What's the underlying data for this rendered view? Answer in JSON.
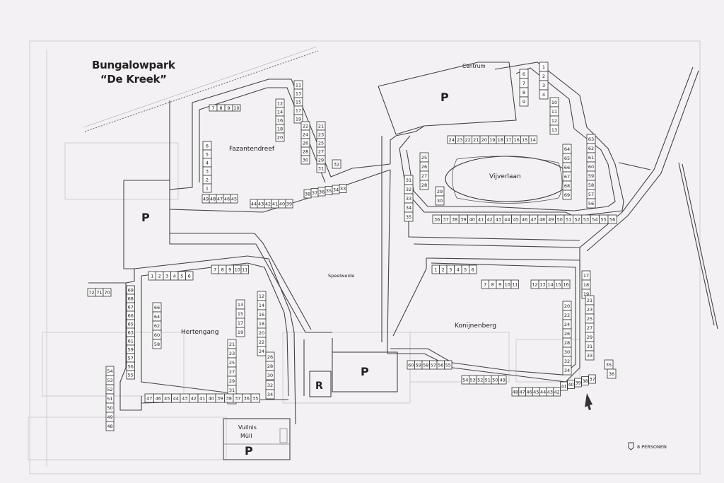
{
  "title": {
    "line1": "Bungalowpark",
    "line2": "“De Kreek”"
  },
  "areas": {
    "centrum": "Centrum",
    "fazantendreef": "Fazantendreef",
    "vijverlaan": "Vijverlaan",
    "speelweide": "Speelweide",
    "hertengang": "Hertengang",
    "konijnenberg": "Konijnenberg",
    "vuilnis": "Vuilnis",
    "mull": "Müll"
  },
  "markers": {
    "parking": "P",
    "reception": "R"
  },
  "legend": {
    "icon": "house-8-persons-icon",
    "text": "8 PERSONEN"
  },
  "houses": {
    "fazantendreef": {
      "row_top": [
        "7",
        "8",
        "9",
        "10"
      ],
      "col_left": [
        "6",
        "5",
        "4",
        "3",
        "2",
        "1"
      ],
      "col_a": [
        "12",
        "14",
        "16",
        "18",
        "20"
      ],
      "col_b": [
        "11",
        "13",
        "15",
        "17",
        "19"
      ],
      "col_c": [
        "21",
        "23",
        "25",
        "27",
        "29",
        "31"
      ],
      "col_d": [
        "22",
        "24",
        "26",
        "28",
        "30"
      ],
      "col_e": [
        "32"
      ],
      "row_bottom_a": [
        "49",
        "48",
        "47",
        "46",
        "45"
      ],
      "row_bottom_b": [
        "44",
        "43",
        "42",
        "41",
        "40",
        "39"
      ],
      "row_bottom_c": [
        "38",
        "37",
        "36",
        "35",
        "34",
        "33"
      ]
    },
    "vijverlaan": {
      "col_a": [
        "6",
        "7",
        "8",
        "9"
      ],
      "col_b": [
        "1",
        "2",
        "3",
        "4"
      ],
      "col_c": [
        "10",
        "11",
        "12",
        "13"
      ],
      "row_top": [
        "24",
        "23",
        "22",
        "21",
        "20",
        "19",
        "18",
        "17",
        "16",
        "15",
        "14"
      ],
      "col_left_a": [
        "25",
        "26",
        "27",
        "28"
      ],
      "col_left_b": [
        "31",
        "32",
        "33",
        "34",
        "35"
      ],
      "pair": [
        "29",
        "30"
      ],
      "row_bottom": [
        "36",
        "37",
        "38",
        "39",
        "40",
        "41",
        "42",
        "43",
        "44",
        "45",
        "46",
        "47",
        "48",
        "49",
        "50",
        "51",
        "52",
        "53",
        "54",
        "55",
        "56"
      ],
      "col_right_a": [
        "64",
        "65",
        "66",
        "67",
        "68",
        "69"
      ],
      "col_right_b": [
        "63",
        "62",
        "61",
        "60",
        "59",
        "58",
        "57",
        "56"
      ]
    },
    "hertengang": {
      "row_top_a": [
        "1",
        "2",
        "3",
        "4",
        "5",
        "6"
      ],
      "row_top_b": [
        "7",
        "8",
        "9",
        "10",
        "11"
      ],
      "col_a": [
        "13",
        "15",
        "17",
        "19"
      ],
      "col_b": [
        "12",
        "14",
        "16",
        "18",
        "20",
        "22",
        "24"
      ],
      "col_c": [
        "21",
        "23",
        "25",
        "27",
        "29",
        "31",
        "33"
      ],
      "col_d": [
        "26",
        "28",
        "30"
      ],
      "col_e": [
        "32",
        "34"
      ],
      "col_left_a": [
        "69",
        "68",
        "67",
        "66",
        "65",
        "63",
        "61",
        "59",
        "57",
        "56",
        "55"
      ],
      "col_left_b": [
        "66",
        "64",
        "62",
        "60",
        "58"
      ],
      "row_far_left": [
        "72",
        "71",
        "70"
      ],
      "col_bottom_left": [
        "54",
        "53",
        "52",
        "51",
        "50",
        "49",
        "48"
      ],
      "row_bottom": [
        "47",
        "46",
        "45",
        "44",
        "43",
        "42",
        "41",
        "40",
        "39",
        "38",
        "37",
        "36",
        "35"
      ]
    },
    "konijnenberg": {
      "row_top_a": [
        "1",
        "2",
        "3",
        "4",
        "5",
        "6"
      ],
      "row_top_b": [
        "7",
        "8",
        "9",
        "10",
        "11"
      ],
      "row_top_c": [
        "12",
        "13",
        "14",
        "15",
        "16"
      ],
      "col_right_a": [
        "17",
        "18",
        "19"
      ],
      "col_right_b": [
        "21",
        "23",
        "25",
        "27",
        "29",
        "31",
        "33",
        "35",
        "36"
      ],
      "col_right_c": [
        "20",
        "22",
        "24",
        "26",
        "28",
        "30",
        "32",
        "34"
      ],
      "row_bottom_a": [
        "60",
        "59",
        "58",
        "57",
        "56",
        "55"
      ],
      "row_bottom_b": [
        "54",
        "53",
        "52",
        "51",
        "50",
        "49"
      ],
      "row_bottom_c": [
        "48",
        "47",
        "46",
        "45",
        "44",
        "43",
        "42",
        "41",
        "40",
        "39",
        "38",
        "37"
      ]
    }
  }
}
